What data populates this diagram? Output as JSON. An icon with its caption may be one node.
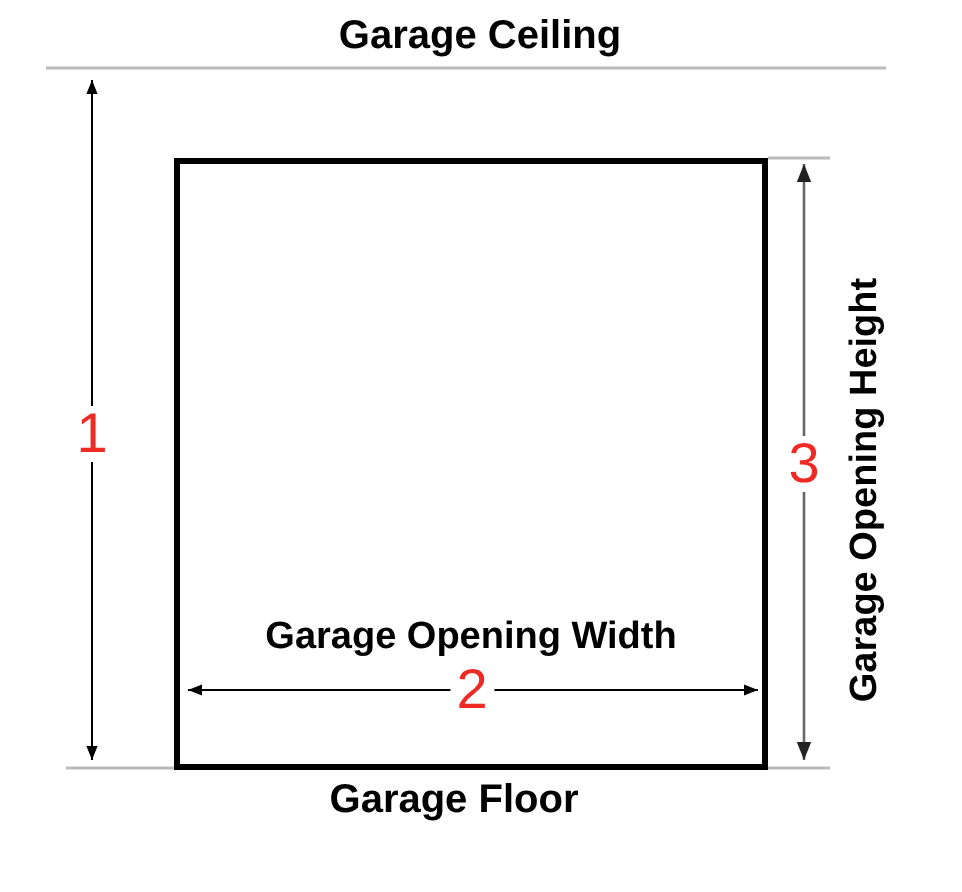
{
  "diagram": {
    "nodes": [
      {
        "text": [
          "Garage Opening Width"
        ]
      }
    ],
    "labels": [
      "Garage Ceiling",
      "1",
      "3",
      "2",
      "Garage Opening Height",
      "Garage Floor"
    ]
  }
}
